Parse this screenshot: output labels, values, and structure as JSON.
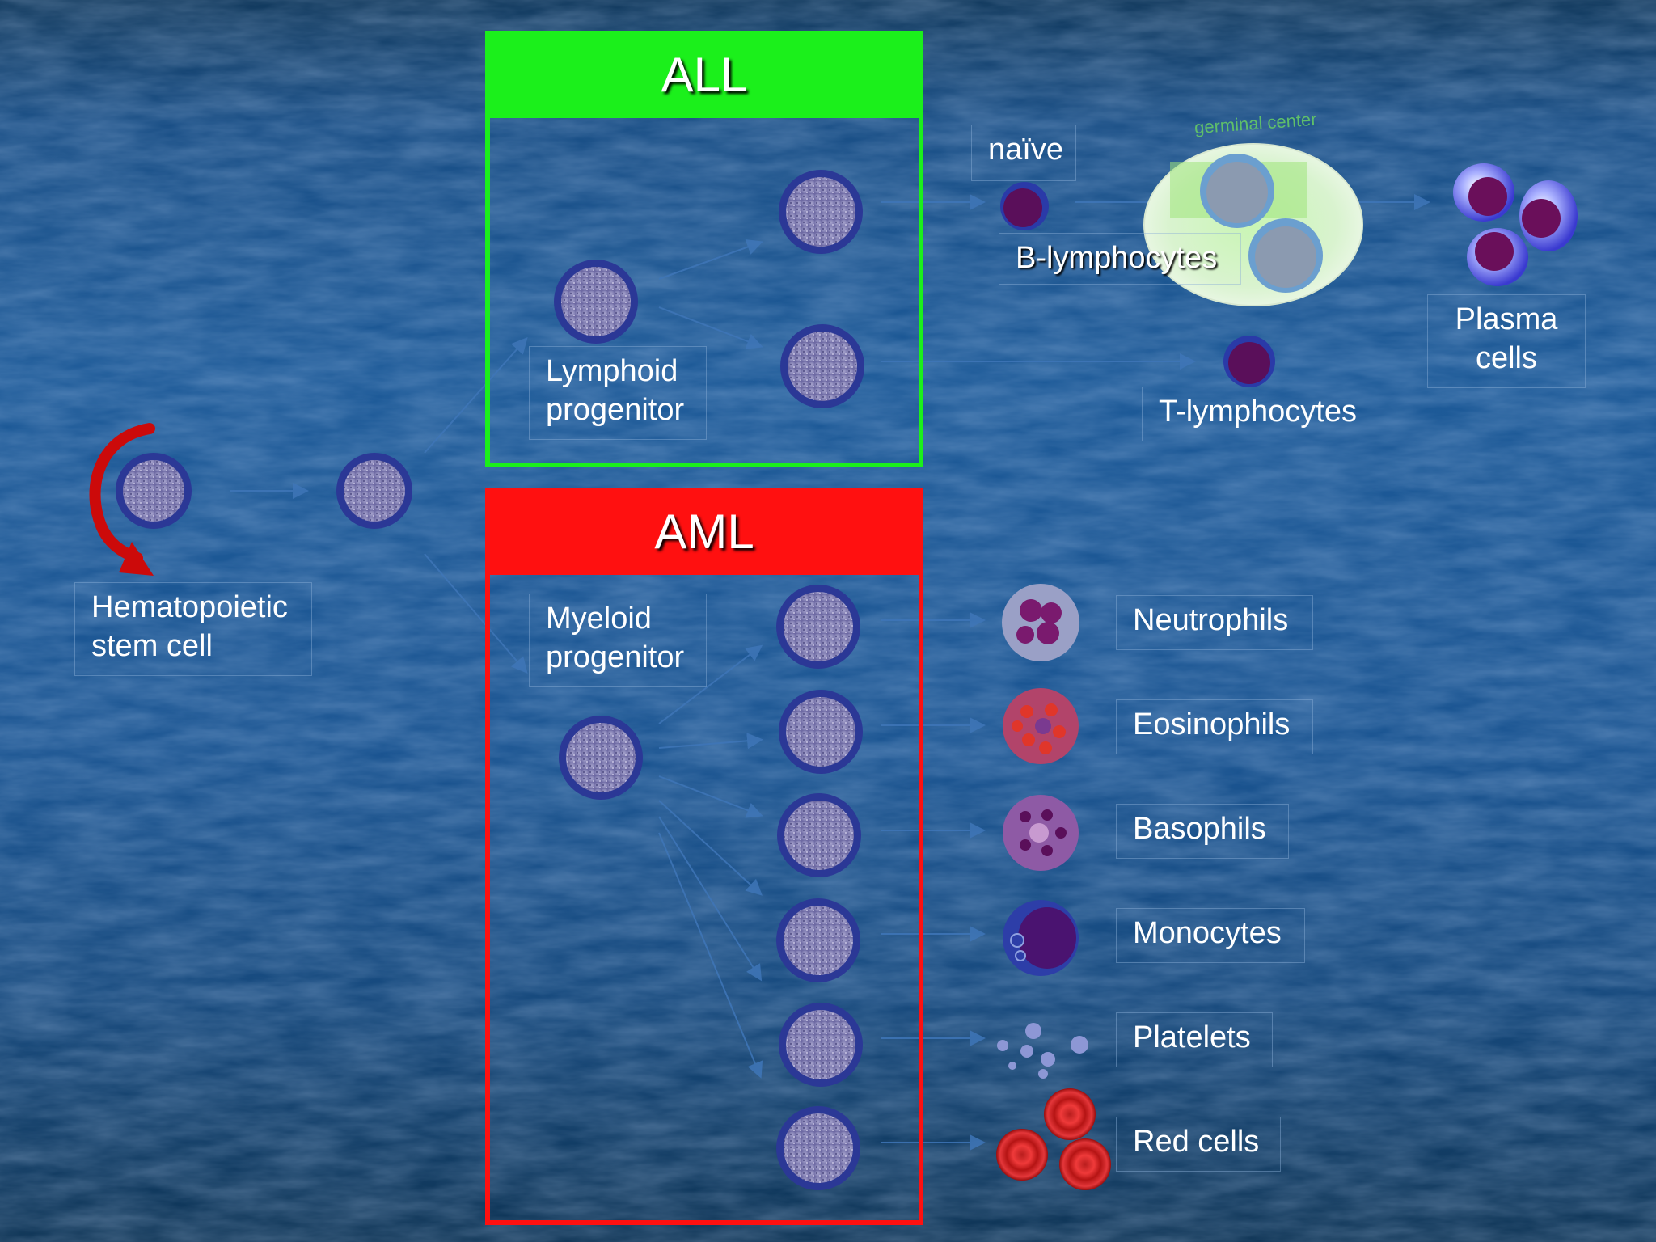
{
  "headers": {
    "all": "ALL",
    "aml": "AML"
  },
  "labels": {
    "hsc": "Hematopoietic\nstem cell",
    "lymphoid": "Lymphoid\nprogenitor",
    "myeloid": "Myeloid\nprogenitor",
    "naive": "naïve",
    "b_lymph": "B-lymphocytes",
    "germinal": "germinal center",
    "plasma": "Plasma\ncells",
    "t_lymph": "T-lymphocytes",
    "neutrophils": "Neutrophils",
    "eosinophils": "Eosinophils",
    "basophils": "Basophils",
    "monocytes": "Monocytes",
    "platelets": "Platelets",
    "red_cells": "Red cells"
  },
  "colors": {
    "all": "#1bf01b",
    "aml": "#ff1010",
    "blast_nucleus": "#8b86b8",
    "blast_rim": "#2a2f8a",
    "mature_nucleus": "#5a0f5a"
  }
}
